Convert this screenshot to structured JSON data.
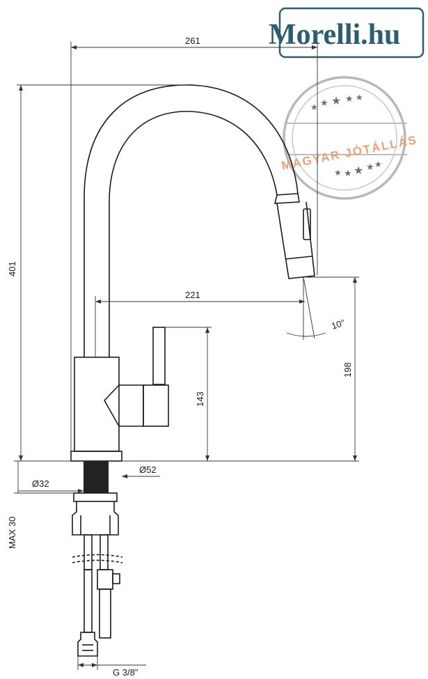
{
  "logo": {
    "text": "Morelli.hu",
    "color": "#2c5e6e"
  },
  "seal": {
    "text": "MAGYAR JÓTÁLLÁS",
    "color": "#e8a27a",
    "ring_color": "#b8b8b8",
    "star_icon": "star-icon"
  },
  "dimensions": {
    "width_total": "261",
    "reach": "221",
    "height_total": "401",
    "spout_height": "198",
    "lever_height": "143",
    "pullout_angle": "10°",
    "base_diameter": "Ø52",
    "mount_diameter": "Ø32",
    "max_thickness": "MAX 30",
    "connection": "G 3/8\""
  },
  "colors": {
    "line": "#1a1a1a",
    "dim_line": "#333333",
    "shank": "#222222"
  }
}
